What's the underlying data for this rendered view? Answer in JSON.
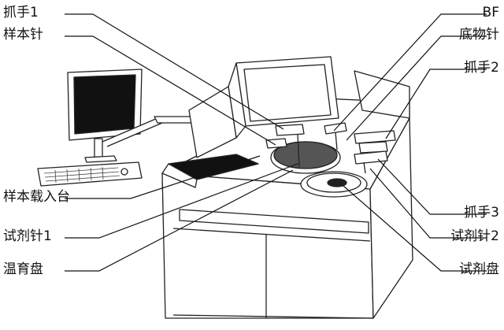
{
  "diagram": {
    "labels_left": {
      "gripper_1": "抓手1",
      "sample_needle": "样本针",
      "sample_loading_stage": "样本载入台",
      "reagent_needle_1": "试剂针1",
      "incubation_disk": "温育盘"
    },
    "labels_right": {
      "bf": "BF",
      "substrate_needle": "底物针",
      "gripper_2": "抓手2",
      "gripper_3": "抓手3",
      "reagent_needle_2": "试剂针2",
      "reagent_disk": "试剂盘"
    }
  }
}
